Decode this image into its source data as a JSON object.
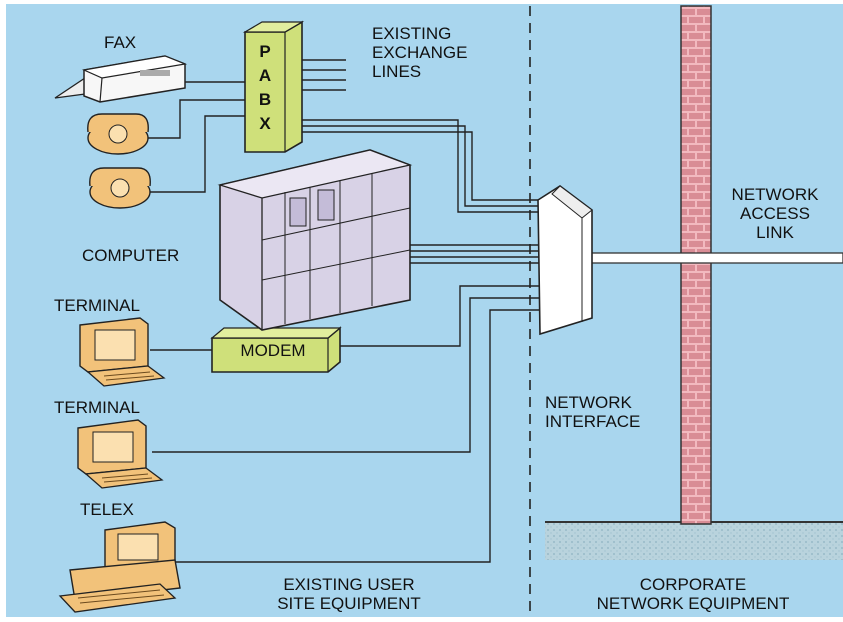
{
  "devices": {
    "fax": "FAX",
    "computer": "COMPUTER",
    "terminal_1": "TERMINAL",
    "terminal_2": "TERMINAL",
    "telex": "TELEX",
    "modem": "MODEM"
  },
  "pabx_letters": [
    "P",
    "A",
    "B",
    "X"
  ],
  "exchange_lines": [
    "EXISTING",
    "EXCHANGE",
    "LINES"
  ],
  "network_access_link": [
    "NETWORK",
    "ACCESS",
    "LINK"
  ],
  "network_interface": [
    "NETWORK",
    "INTERFACE"
  ],
  "zones": {
    "left": [
      "EXISTING USER",
      "SITE EQUIPMENT"
    ],
    "right": [
      "CORPORATE",
      "NETWORK EQUIPMENT"
    ]
  },
  "colors": {
    "background": "#a9d6ee",
    "green_device": "#cfe07a",
    "orange_device": "#f2c27a",
    "computer": "#d8d2e6",
    "brick": "#d98c95",
    "floor": "#b7cfd8"
  }
}
